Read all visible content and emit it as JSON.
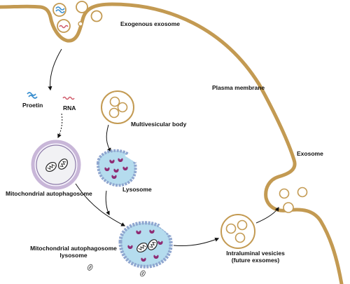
{
  "labels": {
    "exogenous_exosome": "Exogenous exosome",
    "plasma_membrane": "Plasma membrane",
    "protein": "Proetin",
    "rna": "RNA",
    "multivesicular_body": "Multivesicular body",
    "exosome": "Exosome",
    "mitochondrial_autophagosome": "Mitochondrial autophagosome",
    "lysosome": "Lysosome",
    "mito_autophagosome_lysosome_line1": "Mitochondrial autophagosome",
    "mito_autophagosome_lysosome_line2": "lysosome",
    "intraluminal_line1": "Intraluminal vesicies",
    "intraluminal_line2": "(future exsomes)"
  },
  "colors": {
    "membrane": "#c39a52",
    "lysosome_fill": "#b5dcee",
    "lysosome_rim": "#8fa6cf",
    "cargo": "#8f2b73",
    "autophagosome_rim": "#c8b6d8",
    "protein_icon": "#3a8fd0",
    "rna_icon": "#d05a6a"
  }
}
